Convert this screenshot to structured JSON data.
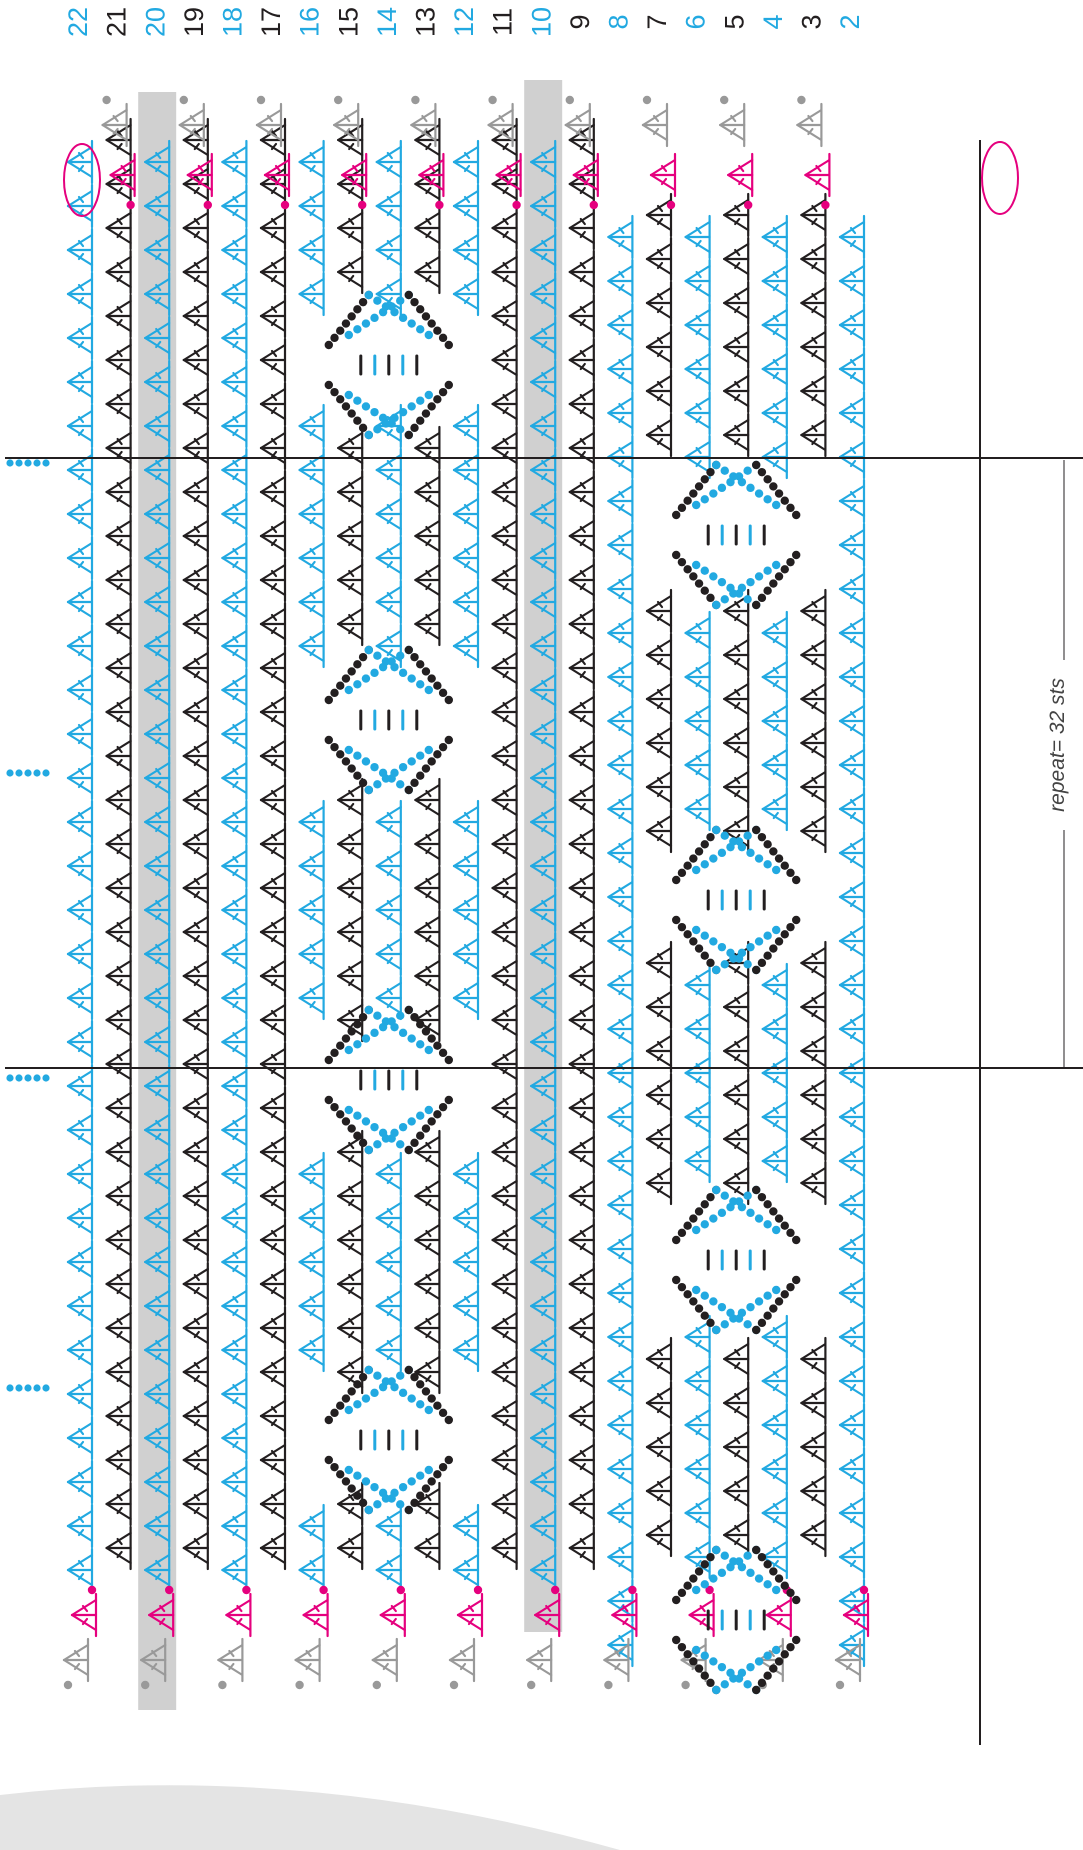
{
  "colors": {
    "blue": "#22a9e1",
    "black": "#231f20",
    "grey": "#999999",
    "pink": "#e5007e",
    "band": "#d0d0d0",
    "ground": "#e4e4e4"
  },
  "rows": [
    {
      "num": "22",
      "color": "blue"
    },
    {
      "num": "21",
      "color": "black"
    },
    {
      "num": "20",
      "color": "blue"
    },
    {
      "num": "19",
      "color": "black"
    },
    {
      "num": "18",
      "color": "blue"
    },
    {
      "num": "17",
      "color": "black"
    },
    {
      "num": "16",
      "color": "blue"
    },
    {
      "num": "15",
      "color": "black"
    },
    {
      "num": "14",
      "color": "blue"
    },
    {
      "num": "13",
      "color": "black"
    },
    {
      "num": "12",
      "color": "blue"
    },
    {
      "num": "11",
      "color": "black"
    },
    {
      "num": "10",
      "color": "blue"
    },
    {
      "num": "9",
      "color": "black"
    },
    {
      "num": "8",
      "color": "blue"
    },
    {
      "num": "7",
      "color": "black"
    },
    {
      "num": "6",
      "color": "blue"
    },
    {
      "num": "5",
      "color": "black"
    },
    {
      "num": "4",
      "color": "blue"
    },
    {
      "num": "3",
      "color": "black"
    },
    {
      "num": "2",
      "color": "blue"
    }
  ],
  "highlighted_rows": [
    "20",
    "10"
  ],
  "repeat_label": "repeat= 32 sts",
  "symbols": {
    "cluster": "stitch-cluster-symbol",
    "chain": "chain-stitch-symbol",
    "bar": "single-crochet-bar-symbol",
    "start": "start-marker-symbol"
  }
}
